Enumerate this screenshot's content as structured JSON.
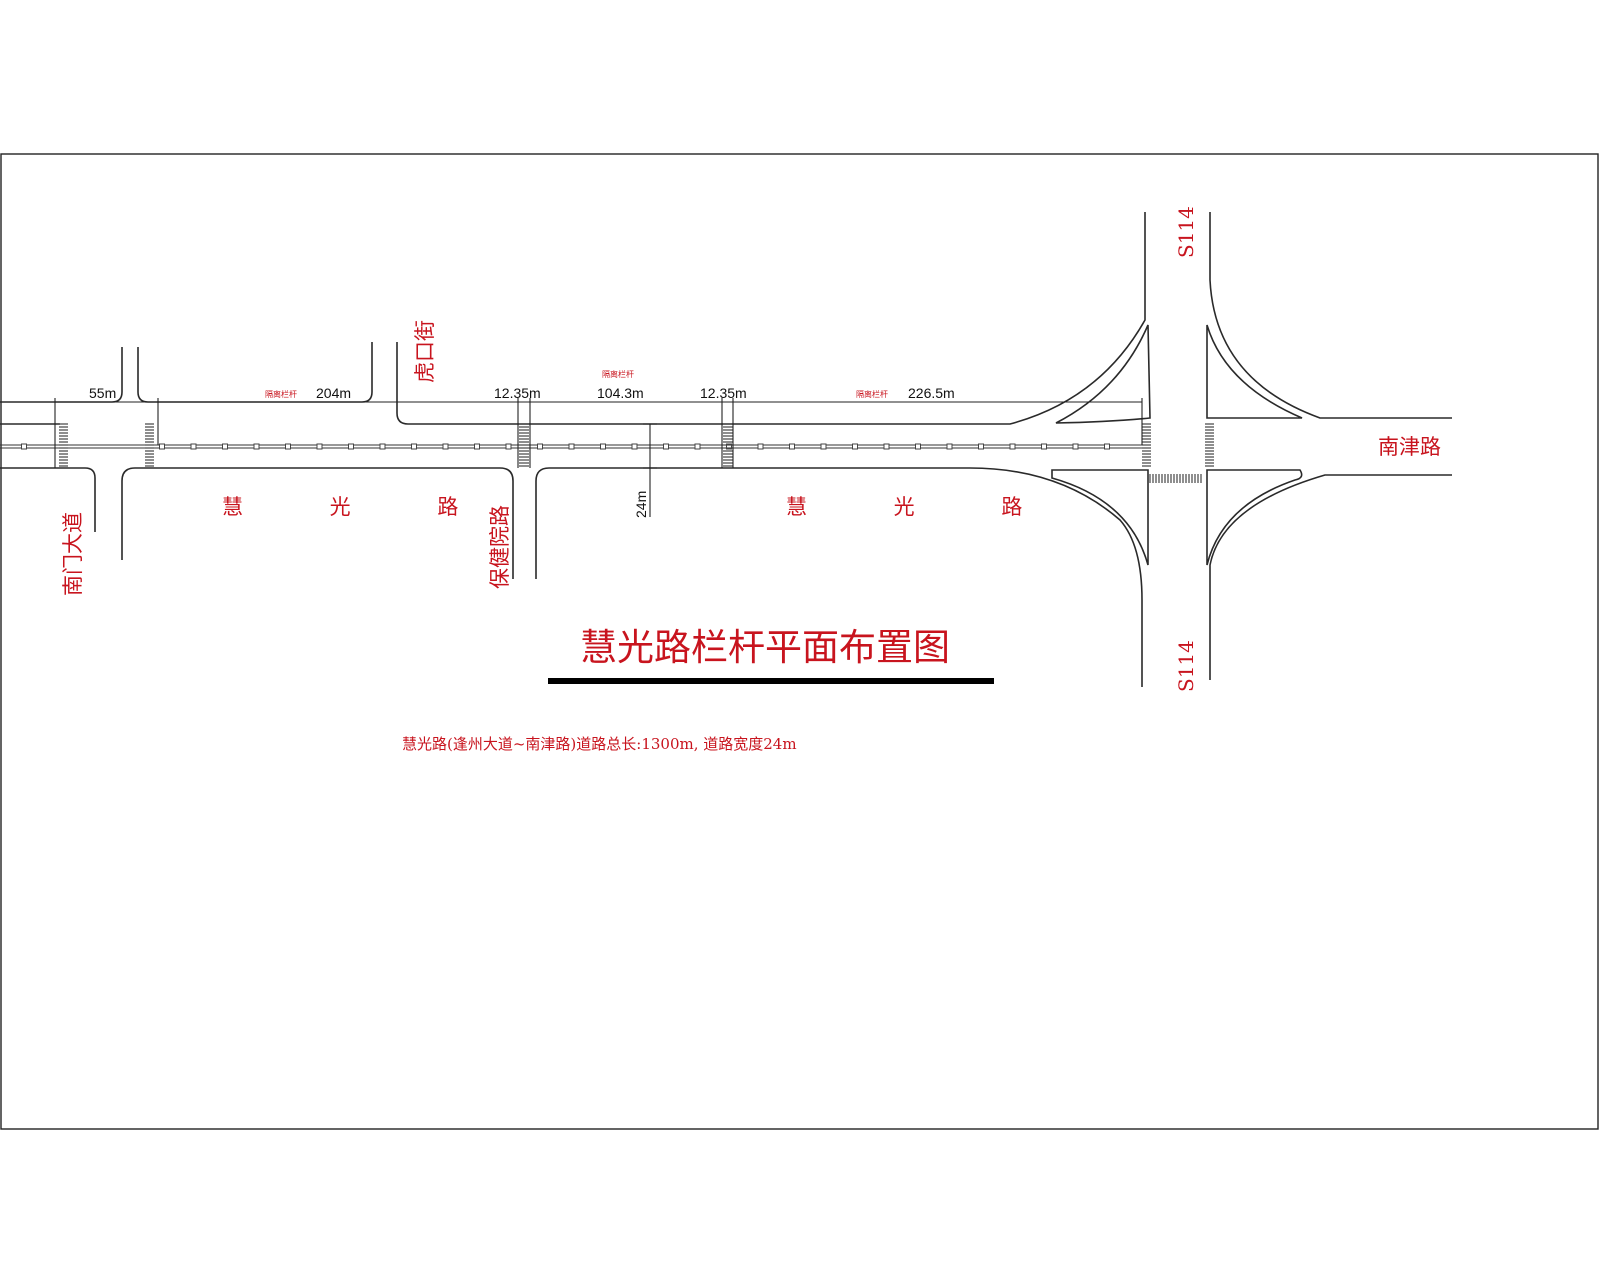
{
  "title": "慧光路栏杆平面布置图",
  "note": "慧光路(逢州大道~南津路)道路总长:1300m, 道路宽度24m",
  "roads": {
    "main_left": "慧 光 路",
    "main_right": "慧 光 路",
    "nanmen": "南门大道",
    "hukou": "虎口街",
    "baojian": "保健院路",
    "nanjin": "南津路",
    "s114_top": "S114",
    "s114_bottom": "S114"
  },
  "dimensions": {
    "d55": "55m",
    "d204": "204m",
    "d12a": "12.35m",
    "d104": "104.3m",
    "d12b": "12.35m",
    "d226": "226.5m",
    "width": "24m"
  },
  "small_labels": {
    "a": "隔离栏杆",
    "b": "隔离栏杆",
    "c": "隔离栏杆"
  },
  "colors": {
    "label_red": "#c8141e",
    "line": "#2a2a2a",
    "title_bar": "#000000"
  }
}
